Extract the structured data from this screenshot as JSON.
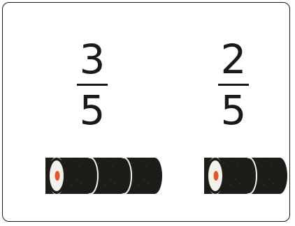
{
  "fractions": [
    {
      "numerator": "3",
      "denominator": "5",
      "rolls": 3
    },
    {
      "numerator": "2",
      "denominator": "5",
      "rolls": 2
    }
  ],
  "colors": {
    "text": "#1a1a1a",
    "nori": "#1c1c18",
    "rice": "#f4f1ea",
    "filling": "#e0582a"
  }
}
